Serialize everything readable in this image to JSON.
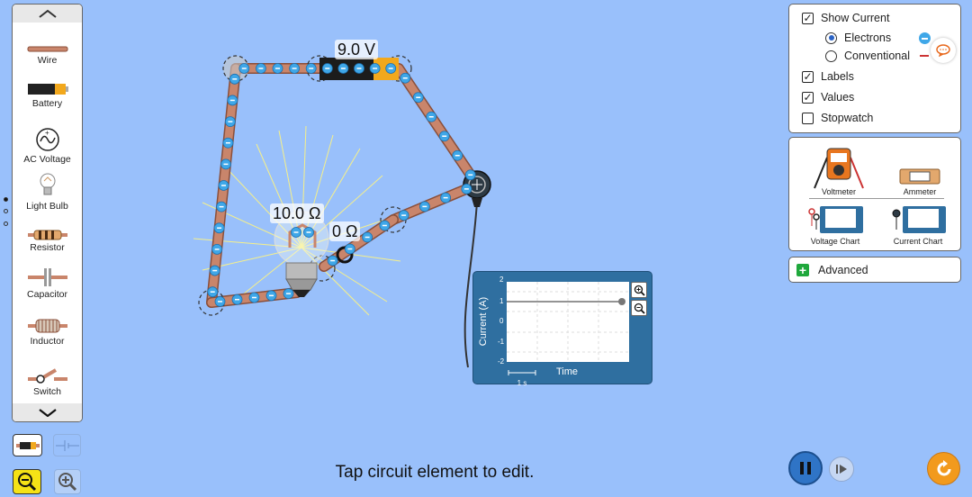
{
  "toolbox": {
    "items": [
      {
        "label": "Wire",
        "icon": "wire-icon"
      },
      {
        "label": "Battery",
        "icon": "battery-icon"
      },
      {
        "label": "AC Voltage",
        "icon": "ac-voltage-icon"
      },
      {
        "label": "Light Bulb",
        "icon": "light-bulb-icon"
      },
      {
        "label": "Resistor",
        "icon": "resistor-icon"
      },
      {
        "label": "Capacitor",
        "icon": "capacitor-icon"
      },
      {
        "label": "Inductor",
        "icon": "inductor-icon"
      },
      {
        "label": "Switch",
        "icon": "switch-icon"
      }
    ]
  },
  "options": {
    "show_current": {
      "label": "Show Current",
      "checked": true
    },
    "electrons": {
      "label": "Electrons",
      "selected": true
    },
    "conventional": {
      "label": "Conventional",
      "selected": false
    },
    "labels": {
      "label": "Labels",
      "checked": true
    },
    "values": {
      "label": "Values",
      "checked": true
    },
    "stopwatch": {
      "label": "Stopwatch",
      "checked": false
    }
  },
  "sensors": {
    "voltmeter": "Voltmeter",
    "ammeter": "Ammeter",
    "voltage_chart": "Voltage Chart",
    "current_chart": "Current Chart"
  },
  "advanced": {
    "label": "Advanced"
  },
  "circuit": {
    "battery_value": "9.0 V",
    "bulb_value": "10.0 Ω",
    "wire_value": "0 Ω"
  },
  "chart": {
    "ylabel": "Current (A)",
    "xlabel": "Time",
    "scale": "1 s",
    "yticks": [
      "2",
      "1",
      "0",
      "-1",
      "-2"
    ]
  },
  "status": "Tap circuit element to edit.",
  "colors": {
    "background": "#99c0fb",
    "wire": "#c9856b",
    "electron": "#3fa7e8",
    "reset": "#f29a1d"
  }
}
